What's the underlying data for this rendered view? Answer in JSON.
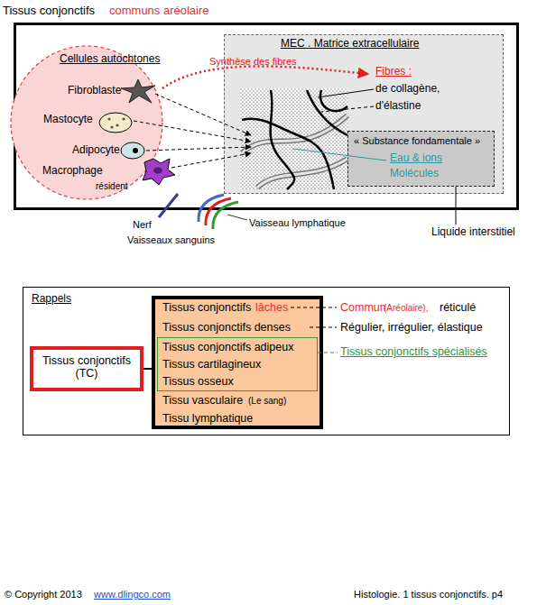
{
  "diagram": {
    "nodes": [
      {
        "text": [
          "Tissus conjonctifs",
          "communs aréolaire"
        ]
      },
      {
        "text": [
          "Cellules autochtones"
        ],
        "in": 0
      },
      {
        "text": [
          "MEC . Matrice extracellulaire"
        ],
        "in": 0
      },
      {
        "text": [
          "« Substance fondamentale »",
          "Eau & ions",
          "Molécules"
        ],
        "in": 2
      },
      {
        "text": [
          "Rappels"
        ]
      },
      {
        "text": [
          "Tissus conjonctifs (TC)"
        ],
        "in": 4
      },
      {
        "text": [
          "Tissus conjonctifs",
          "lâches",
          "Tissus conjonctifs denses",
          "Tissu vasculaire",
          "(Le sang)",
          "Tissu lymphatique"
        ],
        "in": 4
      },
      {
        "text": [
          "Tissus conjonctifs adipeux",
          "Tissus cartilagineux",
          "Tissus osseux"
        ],
        "in": 6
      }
    ],
    "edges": [
      {
        "from": 5,
        "to": 6,
        "arrow": "none"
      }
    ],
    "labels": [
      "Fibroblaste",
      "Mastocyte",
      "Adipocyte",
      "Macrophage",
      "résident",
      "Synthèse des fibres",
      "Fibres :",
      "de collagène,",
      "d'élastine",
      "Nerf",
      "Vaisseaux sanguins",
      "Vaisseau lymphatique",
      "Liquide interstitiel",
      "Commun",
      "(Aréolaire),",
      "réticulé",
      "Régulier, irrégulier, élastique",
      "Tissus conjonctifs spécialisés",
      "© Copyright 2013",
      "www.dlingco.com",
      "Histologie. 1 tissus conjonctifs. p4"
    ]
  }
}
